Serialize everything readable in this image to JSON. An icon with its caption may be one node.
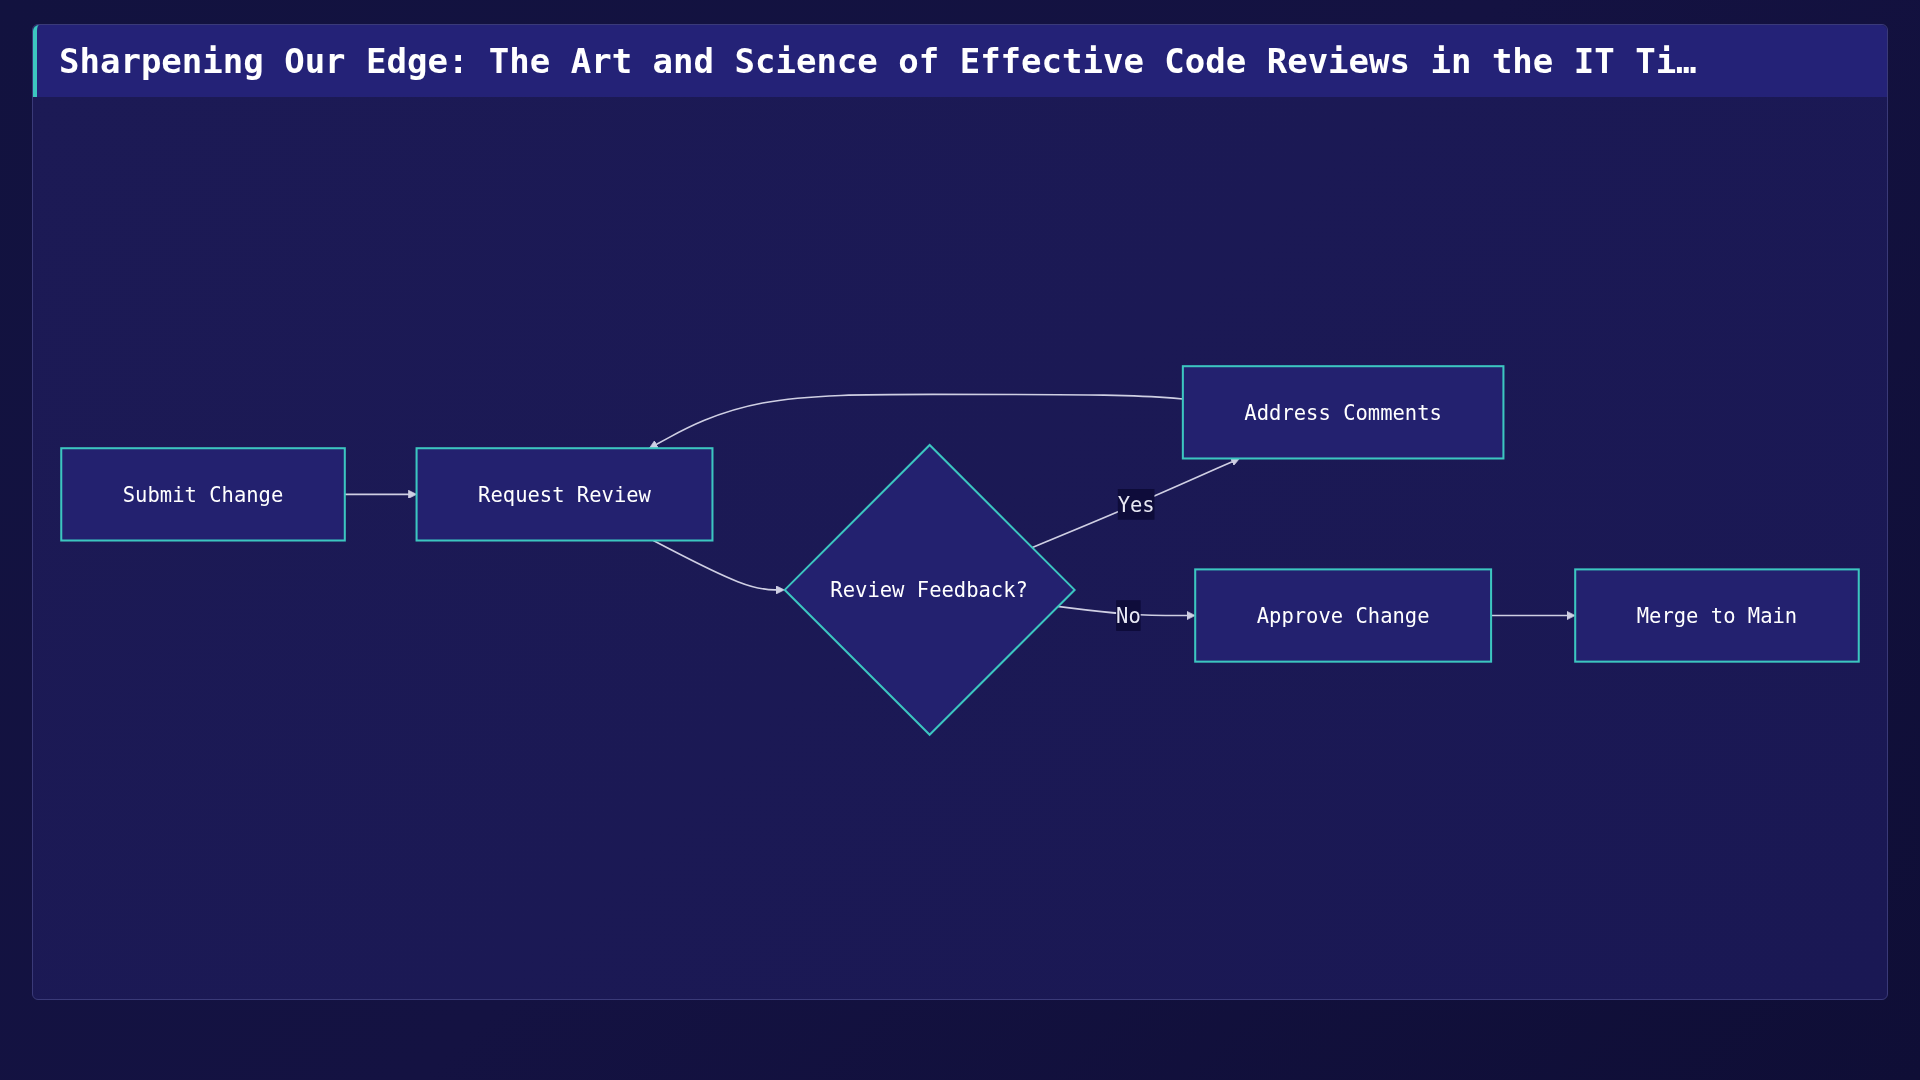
{
  "diagram": {
    "title": "Sharpening Our Edge: The Art and Science of Effective Code Reviews in the IT Ti…",
    "nodes": [
      {
        "text": [
          "Submit Change"
        ]
      },
      {
        "text": [
          "Request Review"
        ]
      },
      {
        "text": [
          "Review Feedback?"
        ]
      },
      {
        "text": [
          "Address Comments"
        ]
      },
      {
        "text": [
          "Approve Change"
        ]
      },
      {
        "text": [
          "Merge to Main"
        ]
      }
    ],
    "edges": [
      {
        "from": 0,
        "to": 1,
        "arrow": "to"
      },
      {
        "from": 1,
        "to": 2,
        "arrow": "to"
      },
      {
        "from": 2,
        "to": 3,
        "arrow": "to",
        "label": "Yes"
      },
      {
        "from": 2,
        "to": 4,
        "arrow": "to",
        "label": "No"
      },
      {
        "from": 3,
        "to": 1,
        "arrow": "to"
      },
      {
        "from": 4,
        "to": 5,
        "arrow": "to"
      }
    ]
  }
}
